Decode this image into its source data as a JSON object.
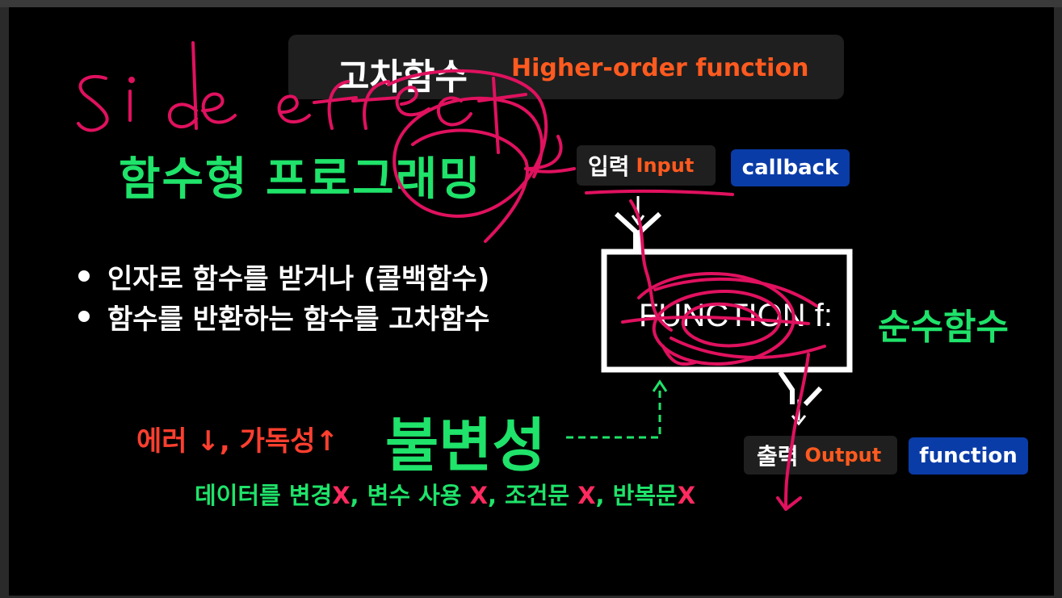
{
  "title": {
    "korean": "고차함수",
    "english": "Higher-order function"
  },
  "functional_programming": "함수형 프로그래밍",
  "bullets": [
    "인자로 함수를 받거나 (콜백함수)",
    "함수를 반환하는 함수를 고차함수"
  ],
  "diagram": {
    "input_label": "입력",
    "input_sub": "Input",
    "callback_label": "callback",
    "function_box_text": "FUNCTION f:",
    "output_label": "출력",
    "output_sub": "Output",
    "function_label": "function"
  },
  "pure_function": "순수함수",
  "error_line": "에러 ↓, 가독성↑",
  "immutability": "불변성",
  "rules": [
    {
      "text": "데이터를 변경",
      "mark": "X"
    },
    {
      "text": ", 변수 사용 ",
      "mark": "X"
    },
    {
      "text": ", 조건문 ",
      "mark": "X"
    },
    {
      "text": ", 반복문",
      "mark": "X"
    }
  ],
  "handwriting": "Side effect",
  "colors": {
    "background": "#000000",
    "green": "#1fe36a",
    "orange": "#ff5a1f",
    "blue_pill": "#0a3ca8",
    "red": "#ff3f2f",
    "pen_pink": "#e0115f"
  }
}
